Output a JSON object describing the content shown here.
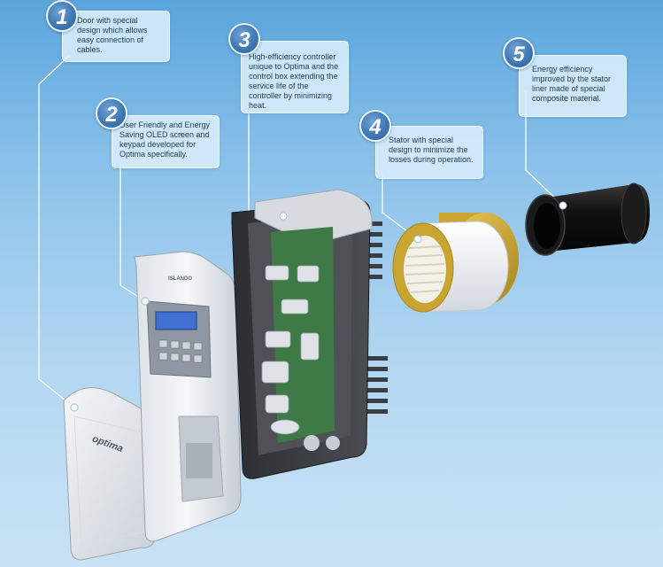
{
  "callouts": [
    {
      "number": "1",
      "text": "Door with special design which allows easy connection of cables."
    },
    {
      "number": "2",
      "text": "User Friendly and Energy Saving OLED screen and keypad developed for Optima specifically."
    },
    {
      "number": "3",
      "text": "High-efficiency controller unique to Optima and the control box extending the service life of the controller by minimizing heat."
    },
    {
      "number": "4",
      "text": "Stator with special design to minimize the losses during operation."
    },
    {
      "number": "5",
      "text": "Energy efficiency improved by the stator liner made of special composite material."
    }
  ],
  "product_labels": {
    "door_logo": "optima",
    "panel_brand": "ISLANDO"
  },
  "colors": {
    "background_top": "#5aa5dc",
    "background_bottom": "#c9e3f5",
    "badge": "#3f78b3",
    "callout_box": "#daeefc",
    "stator_gold": "#c9a431",
    "liner_black": "#151515"
  }
}
